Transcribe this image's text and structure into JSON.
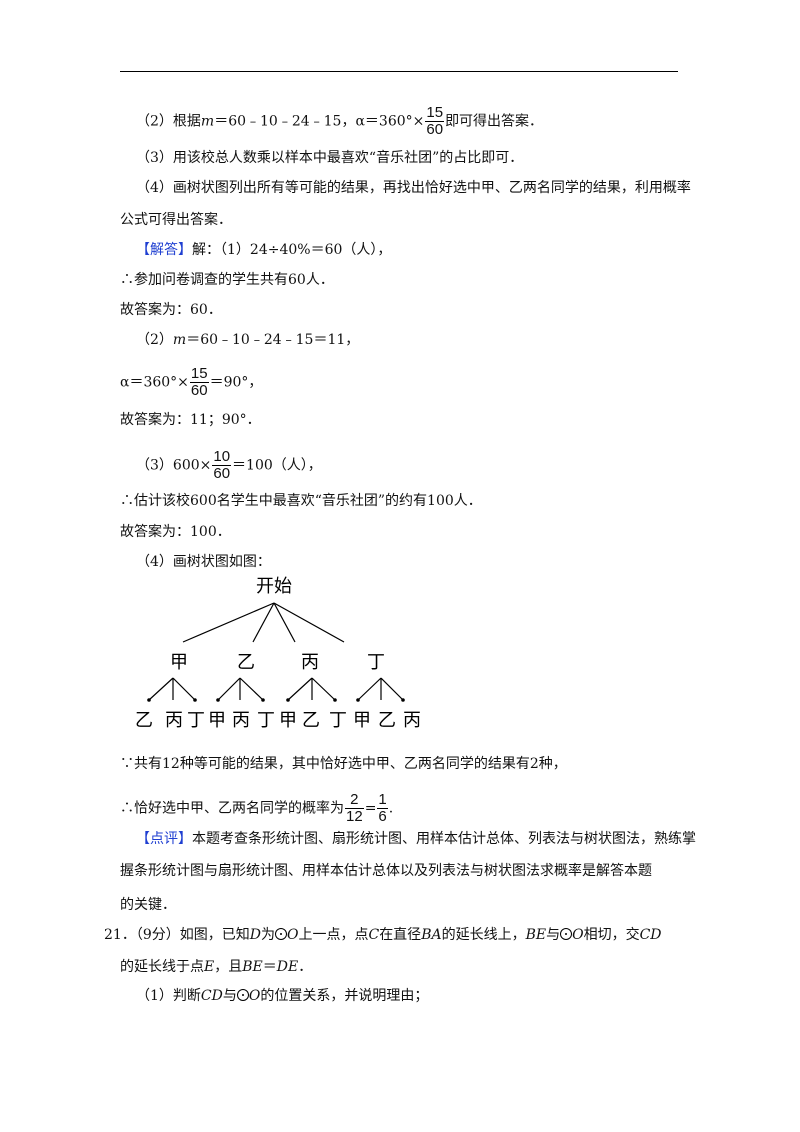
{
  "sol2_hint": {
    "pre": "（2）根据",
    "m": "m",
    "mid": "＝60﹣10﹣24﹣15，α＝360°×",
    "fn": "15",
    "fd": "60",
    "post": "即可得出答案．"
  },
  "sol3_hint": "（3）用该校总人数乘以样本中最喜欢“音乐社团”的占比即可．",
  "sol4_hint_l1": "（4）画树状图列出所有等可能的结果，再找出恰好选中甲、乙两名同学的结果，利用概率",
  "sol4_hint_l2": "公式可得出答案．",
  "answer": {
    "tag": "【解答】",
    "text": "解：（1）24÷40%＝60（人），"
  },
  "a1_l2": "∴参加问卷调查的学生共有60人．",
  "a1_l3": "故答案为：60．",
  "a2_l1": {
    "pre": "（2）",
    "m": "m",
    "post": "＝60﹣10﹣24﹣15＝11，"
  },
  "a2_l2": {
    "pre": "α＝360°×",
    "fn": "15",
    "fd": "60",
    "post": "＝90°，"
  },
  "a2_l3": "故答案为：11；90°．",
  "a3_l1": {
    "pre": "（3）600×",
    "fn": "10",
    "fd": "60",
    "post": "＝100（人），"
  },
  "a3_l2": "∴估计该校600名学生中最喜欢“音乐社团”的约有100人．",
  "a3_l3": "故答案为：100．",
  "a4_l1": "（4）画树状图如图：",
  "tree": {
    "root": "开始",
    "branches": [
      {
        "label": "甲",
        "leaves": [
          "乙",
          "丙",
          "丁"
        ]
      },
      {
        "label": "乙",
        "leaves": [
          "甲",
          "丙",
          "丁"
        ]
      },
      {
        "label": "丙",
        "leaves": [
          "甲",
          "乙",
          "丁"
        ]
      },
      {
        "label": "丁",
        "leaves": [
          "甲",
          "乙",
          "丙"
        ]
      }
    ]
  },
  "a4_l2": "∵共有12种等可能的结果，其中恰好选中甲、乙两名同学的结果有2种，",
  "a4_l3": {
    "pre": "∴恰好选中甲、乙两名同学的概率为",
    "f1n": "2",
    "f1d": "12",
    "eq": "=",
    "f2n": "1",
    "f2d": "6",
    "post": "."
  },
  "comment": {
    "tag": "【点评】",
    "l1": "本题考查条形统计图、扇形统计图、用样本估计总体、列表法与树状图法，熟练掌",
    "l2": "握条形统计图与扇形统计图、用样本估计总体以及列表法与树状图法求概率是解答本题",
    "l3": "的关键．"
  },
  "q21": {
    "num": "21．",
    "p1": "（9分）如图，已知",
    "D": "D",
    "p2": "为",
    "O": "O",
    "p3": "上一点，点",
    "C": "C",
    "p4": "在直径",
    "BA": "BA",
    "p5": "的延长线上，",
    "BE": "BE",
    "p6": "与",
    "p7": "相切，交",
    "CD": "CD",
    "l2_p1": "的延长线于点",
    "E": "E",
    "l2_p2": "，且",
    "l2_eq": "＝",
    "DE": "DE",
    "l2_p3": "．",
    "sub1_p1": "（1）判断",
    "sub1_p2": "与",
    "sub1_p3": "的位置关系，并说明理由；"
  },
  "colors": {
    "accent_blue": "#1f3fd1"
  }
}
